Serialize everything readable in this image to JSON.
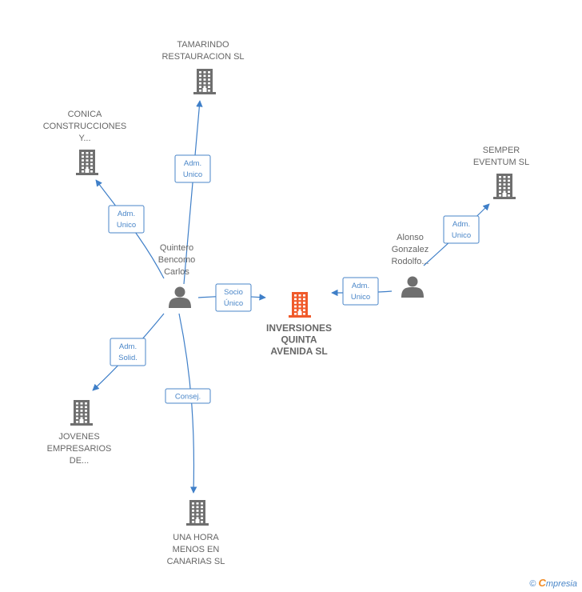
{
  "colors": {
    "accent": "#3f7fc8",
    "building": "#6f6f6f",
    "main_building": "#f05a2a",
    "person": "#6f6f6f",
    "text": "#666666"
  },
  "nodes": {
    "main": {
      "lines": [
        "INVERSIONES",
        "QUINTA",
        "AVENIDA SL"
      ]
    },
    "tamarindo": {
      "lines": [
        "TAMARINDO",
        "RESTAURACION SL"
      ]
    },
    "conica": {
      "lines": [
        "CONICA",
        "CONSTRUCCIONES",
        "Y..."
      ]
    },
    "semper": {
      "lines": [
        "SEMPER",
        "EVENTUM SL"
      ]
    },
    "jovenes": {
      "lines": [
        "JOVENES",
        "EMPRESARIOS",
        "DE..."
      ]
    },
    "unahora": {
      "lines": [
        "UNA HORA",
        "MENOS EN",
        "CANARIAS SL"
      ]
    },
    "quintero": {
      "lines": [
        "Quintero",
        "Bencomo",
        "Carlos"
      ]
    },
    "alonso": {
      "lines": [
        "Alonso",
        "Gonzalez",
        "Rodolfo..."
      ]
    }
  },
  "relations": {
    "quintero_tamarindo": {
      "lines": [
        "Adm.",
        "Unico"
      ]
    },
    "quintero_conica": {
      "lines": [
        "Adm.",
        "Unico"
      ]
    },
    "quintero_main": {
      "lines": [
        "Socio",
        "Único"
      ]
    },
    "quintero_jovenes": {
      "lines": [
        "Adm.",
        "Solid."
      ]
    },
    "quintero_unahora": {
      "lines": [
        "Consej."
      ]
    },
    "alonso_main": {
      "lines": [
        "Adm.",
        "Unico"
      ]
    },
    "alonso_semper": {
      "lines": [
        "Adm.",
        "Unico"
      ]
    }
  },
  "footer": {
    "copyright": "©",
    "brand_initial": "C",
    "brand_rest": "mpresia"
  }
}
